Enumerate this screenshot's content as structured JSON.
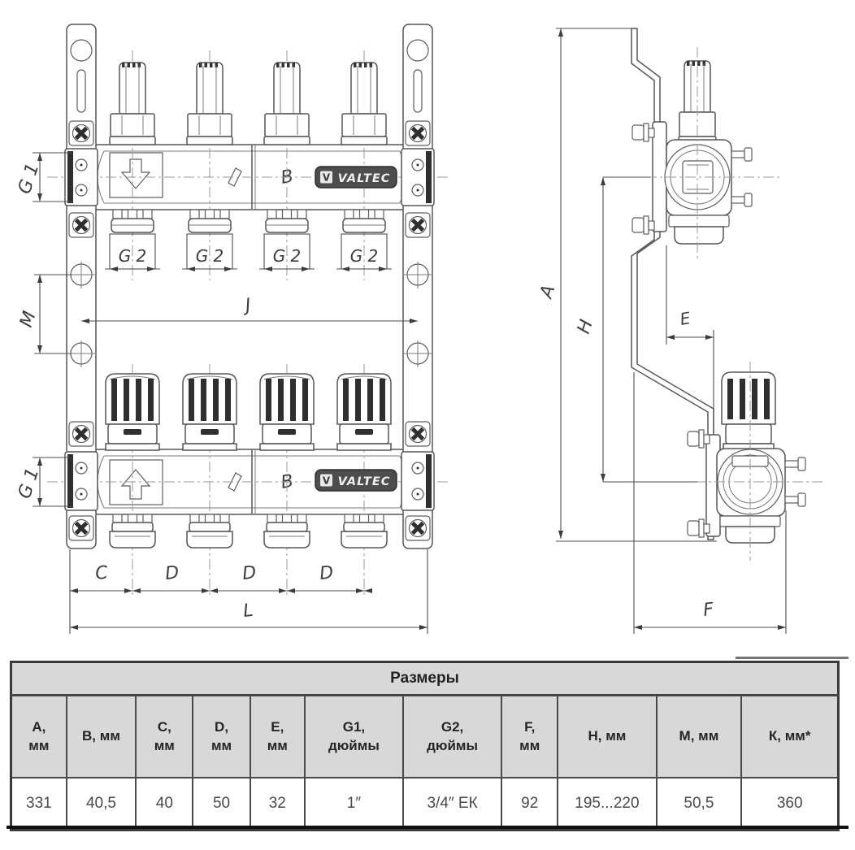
{
  "drawing": {
    "brand": "VALTEC",
    "brand_initial": "V",
    "front_view": {
      "dim_g1": "G 1",
      "dim_g2": "G 2",
      "dim_b": "B",
      "dim_m": "M",
      "dim_j": "J",
      "dim_c": "C",
      "dim_d": "D",
      "dim_l": "L"
    },
    "side_view": {
      "dim_a": "A",
      "dim_h": "H",
      "dim_e": "E",
      "dim_f": "F"
    }
  },
  "table": {
    "title": "Размеры",
    "columns": [
      "А, мм",
      "В, мм",
      "С, мм",
      "D, мм",
      "Е, мм",
      "G1, дюймы",
      "G2, дюймы",
      "F, мм",
      "Н, мм",
      "М, мм",
      "К, мм*"
    ],
    "values": [
      "331",
      "40,5",
      "40",
      "50",
      "32",
      "1″",
      "3/4″ ЕК",
      "92",
      "195...220",
      "50,5",
      "360"
    ]
  }
}
